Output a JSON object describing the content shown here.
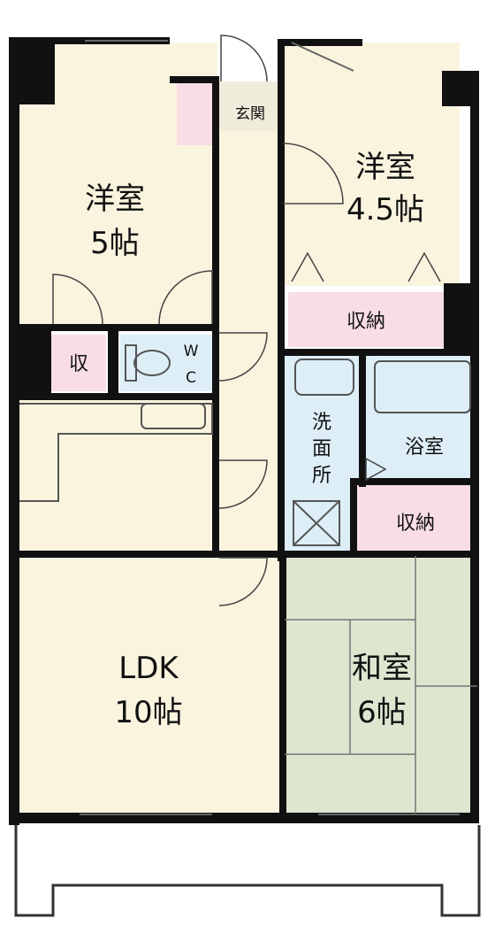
{
  "rooms": {
    "western_5": {
      "name": "洋室",
      "size": "5帖"
    },
    "western_45": {
      "name": "洋室",
      "size": "4.5帖"
    },
    "ldk": {
      "name": "LDK",
      "size": "10帖"
    },
    "japanese": {
      "name": "和室",
      "size": "6帖"
    }
  },
  "labels": {
    "entrance": "玄関",
    "storage_top": "収納",
    "storage_bottom": "収納",
    "storage_small": "収",
    "wc_top": "W",
    "wc_bottom": "C",
    "washroom": [
      "洗",
      "面",
      "所"
    ],
    "bathroom": "浴室"
  },
  "colors": {
    "floor": "#faf4df",
    "wall": "#111111",
    "storage": "#f8dde5",
    "wet": "#ddeef7",
    "tatami": "#dde7d0",
    "entrance": "#f0ecdc"
  }
}
